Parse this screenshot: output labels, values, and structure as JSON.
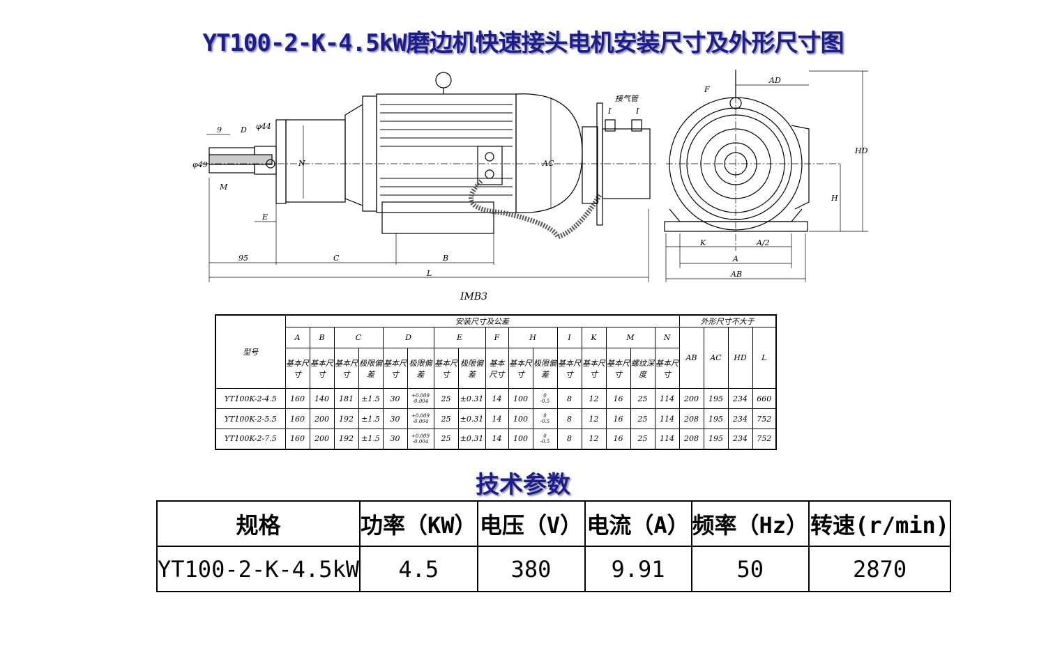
{
  "title": "YT100-2-K-4.5kW磨边机快速接头电机安装尺寸及外形尺寸图",
  "drawing": {
    "mount_label": "IMB3",
    "side_labels": {
      "dim_9": "9",
      "D": "D",
      "phi44": "φ44",
      "phi49": "φ49",
      "M": "M",
      "E": "E",
      "N": "N",
      "AC": "AC",
      "air_pipe": "接气管",
      "I1": "I",
      "I2": "I",
      "d95": "95",
      "C": "C",
      "B": "B",
      "L": "L"
    },
    "end_labels": {
      "F": "F",
      "AD": "AD",
      "HD": "HD",
      "H": "H",
      "K": "K",
      "A_half": "A/2",
      "A": "A",
      "AB": "AB"
    }
  },
  "dim_table": {
    "model_header": "型号",
    "group1": "安装尺寸及公差",
    "group2": "外形尺寸不大于",
    "letters": [
      "A",
      "B",
      "C",
      "D",
      "E",
      "F",
      "H",
      "I",
      "K",
      "M",
      "N"
    ],
    "sub": [
      "基本尺寸",
      "基本尺寸",
      "基本尺寸",
      "极限偏差",
      "基本尺寸",
      "极限偏差",
      "基本尺寸",
      "极限偏差",
      "基本尺寸",
      "基本尺寸",
      "极限偏差",
      "基本尺寸",
      "基本尺寸",
      "基本尺寸",
      "螺纹深度",
      "基本尺寸"
    ],
    "outer": [
      "AB",
      "AC",
      "HD",
      "L"
    ],
    "rows": [
      [
        "YT100K-2-4.5",
        "160",
        "140",
        "181",
        "±1.5",
        "30",
        "+0.009 -0.004",
        "25",
        "±0.31",
        "14",
        "100",
        "0 -0.5",
        "8",
        "12",
        "16",
        "25",
        "114",
        "200",
        "195",
        "234",
        "660"
      ],
      [
        "YT100K-2-5.5",
        "160",
        "200",
        "192",
        "±1.5",
        "30",
        "+0.009 -0.004",
        "25",
        "±0.31",
        "14",
        "100",
        "0 -0.5",
        "8",
        "12",
        "16",
        "25",
        "114",
        "208",
        "195",
        "234",
        "752"
      ],
      [
        "YT100K-2-7.5",
        "160",
        "200",
        "192",
        "±1.5",
        "30",
        "+0.009 -0.004",
        "25",
        "±0.31",
        "14",
        "100",
        "0 -0.5",
        "8",
        "12",
        "16",
        "25",
        "114",
        "208",
        "195",
        "234",
        "752"
      ]
    ]
  },
  "tech": {
    "title": "技术参数",
    "headers": [
      "规格",
      "功率（KW）",
      "电压（V）",
      "电流（A）",
      "频率（Hz）",
      "转速(r/min)"
    ],
    "values": [
      "YT100-2-K-4.5kW",
      "4.5",
      "380",
      "9.91",
      "50",
      "2870"
    ]
  }
}
